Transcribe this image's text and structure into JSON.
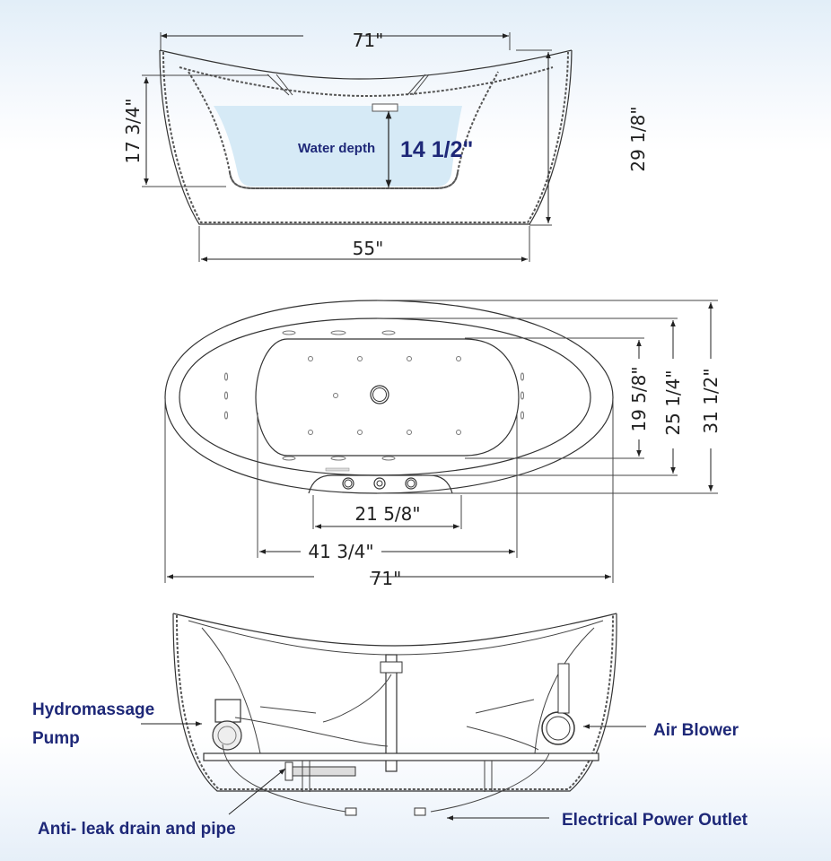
{
  "side_view": {
    "width_top": "71\"",
    "width_bottom": "55\"",
    "height_inner": "17 3/4\"",
    "height_total": "29 1/8\"",
    "water_depth_label": "Water depth",
    "water_depth_value": "14 1/2\"",
    "water_color": "#d6eaf6"
  },
  "top_view": {
    "inner_width": "19 5/8\"",
    "mid_width": "25 1/4\"",
    "outer_width": "31 1/2\"",
    "control_panel_width": "21 5/8\"",
    "basin_length": "41 3/4\"",
    "overall_length": "71\""
  },
  "components_view": {
    "labels": {
      "pump_line1": "Hydromassage",
      "pump_line2": "Pump",
      "air_blower": "Air  Blower",
      "drain": "Anti- leak drain and pipe",
      "power": "Electrical  Power  Outlet"
    },
    "label_color": "#1e2878"
  }
}
